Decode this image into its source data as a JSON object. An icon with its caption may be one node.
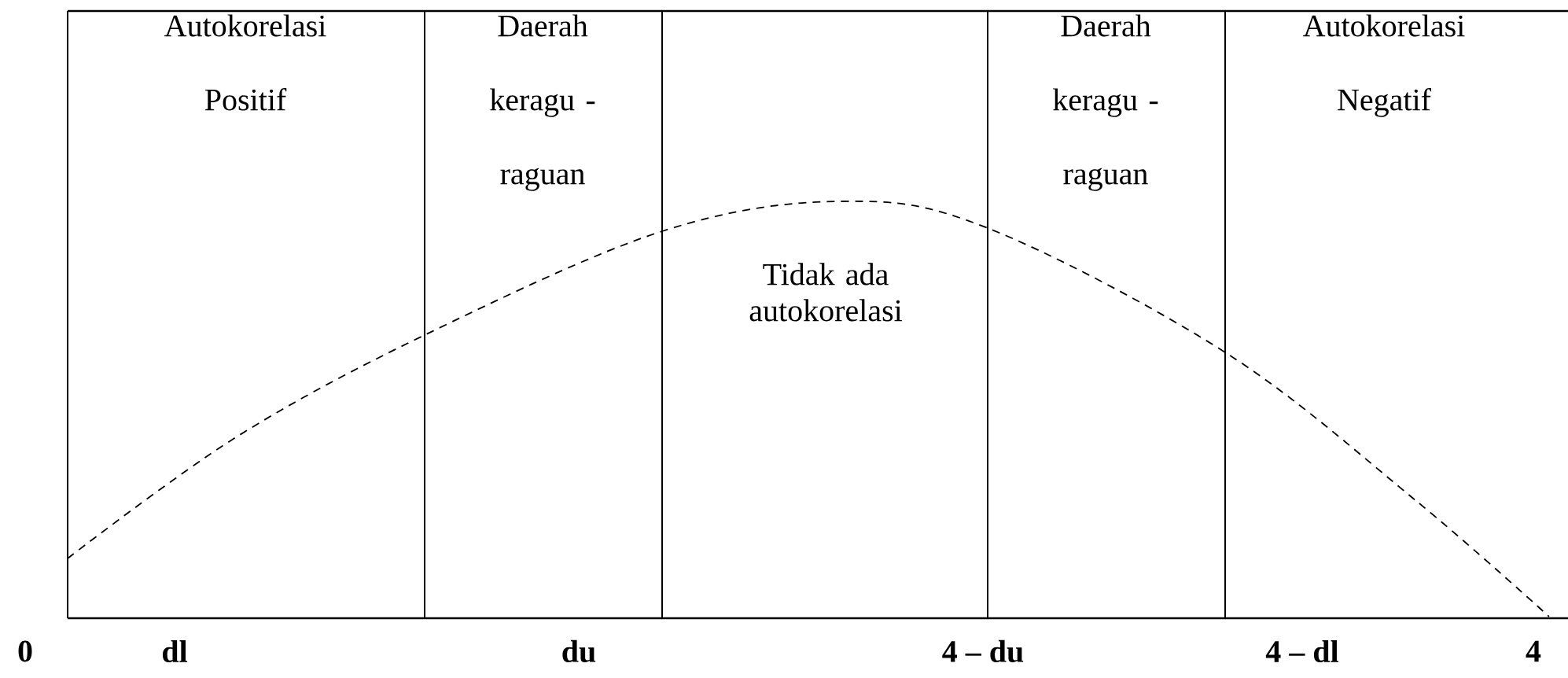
{
  "diagram": {
    "nodes": [
      {
        "text": [
          "Autokorelasi Positif"
        ]
      },
      {
        "text": [
          "Daerah keragu - raguan"
        ]
      },
      {
        "text": [
          "Tidak ada autokorelasi"
        ]
      },
      {
        "text": [
          "Daerah keragu - raguan"
        ]
      },
      {
        "text": [
          "Autokorelasi Negatif"
        ]
      }
    ],
    "labels": [
      "0",
      "dl",
      "du",
      "4 – du",
      "4 – dl",
      "4"
    ]
  }
}
